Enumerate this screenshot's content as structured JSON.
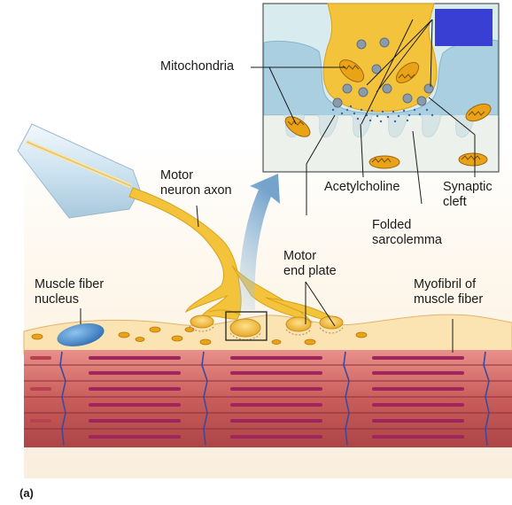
{
  "labels": {
    "mitochondria": "Mitochondria",
    "motor_neuron_axon": "Motor\nneuron axon",
    "acetylcholine": "Acetylcholine",
    "synaptic_cleft": "Synaptic\ncleft",
    "folded_sarcolemma": "Folded\nsarcolemma",
    "motor_end_plate": "Motor\nend plate",
    "muscle_fiber_nucleus": "Muscle fiber\nnucleus",
    "myofibril": "Myofibril of\nmuscle fiber",
    "panel": "(a)"
  },
  "colors": {
    "neuron": "#f3c33c",
    "neuron_dark": "#d9a21c",
    "inset_bg": "#d8ecef",
    "postsynaptic": "#a9cfe0",
    "muscle": "#c95d5a",
    "muscle_dark": "#8f2e3d",
    "stripe": "#a0255a",
    "sarcolemma": "#fbe7bd",
    "nucleus": "#4a8fd0",
    "mitochondria": "#e8a317",
    "vesicle": "#8a9cab",
    "redacted_box": "#3a3fd3"
  }
}
